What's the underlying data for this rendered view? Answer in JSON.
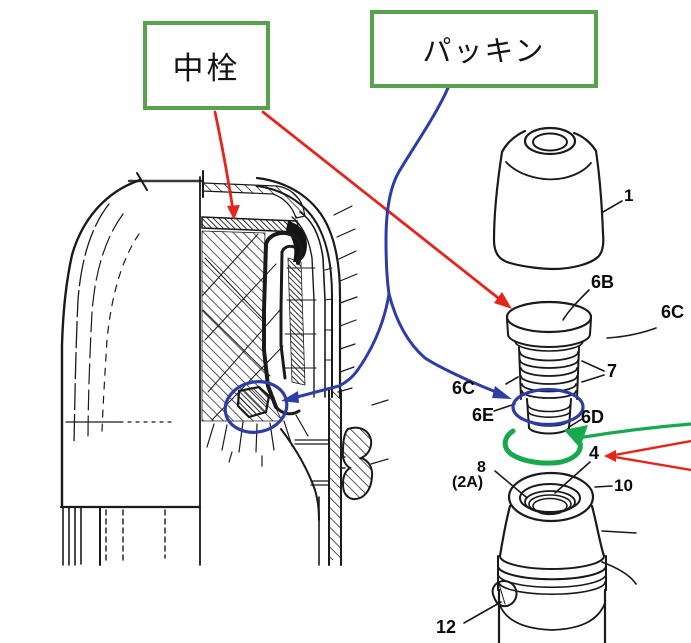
{
  "figure": {
    "description": "Annotated patent-style cross-section and exploded view of a vacuum flask stopper",
    "background": "#ffffff"
  },
  "callouts": {
    "nakasen": {
      "label": "中栓"
    },
    "packing": {
      "label": "パッキン"
    }
  },
  "part_labels": {
    "p1": "1",
    "p6b": "6B",
    "p6c_right": "6C",
    "p7": "7",
    "p6c": "6C",
    "p6e": "6E",
    "p6d": "6D",
    "p4": "4",
    "p8": "8",
    "p2a": "(2A)",
    "p10": "10",
    "p12": "12"
  },
  "annotation_colors": {
    "callout_border": "#58a14d",
    "arrow_red": "#e3251c",
    "line_blue": "#2d3ca6",
    "rotate_green": "#18a94f",
    "ink": "#1a1a1a"
  }
}
